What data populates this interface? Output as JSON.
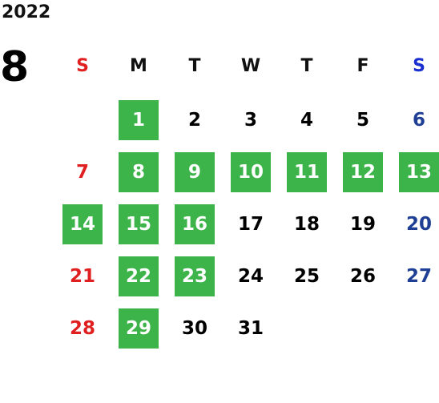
{
  "year": "2022",
  "month": "8",
  "weekdays": [
    "S",
    "M",
    "T",
    "W",
    "T",
    "F",
    "S"
  ],
  "colors": {
    "highlight": "#3cb44a",
    "sunday": "#e02020",
    "saturday_header": "#1a2fd0",
    "saturday": "#1e3f94",
    "default": "#000000"
  },
  "first_weekday_index": 1,
  "days_in_month": 31,
  "highlighted_days": [
    1,
    8,
    9,
    10,
    11,
    12,
    13,
    14,
    15,
    16,
    22,
    23,
    29
  ]
}
